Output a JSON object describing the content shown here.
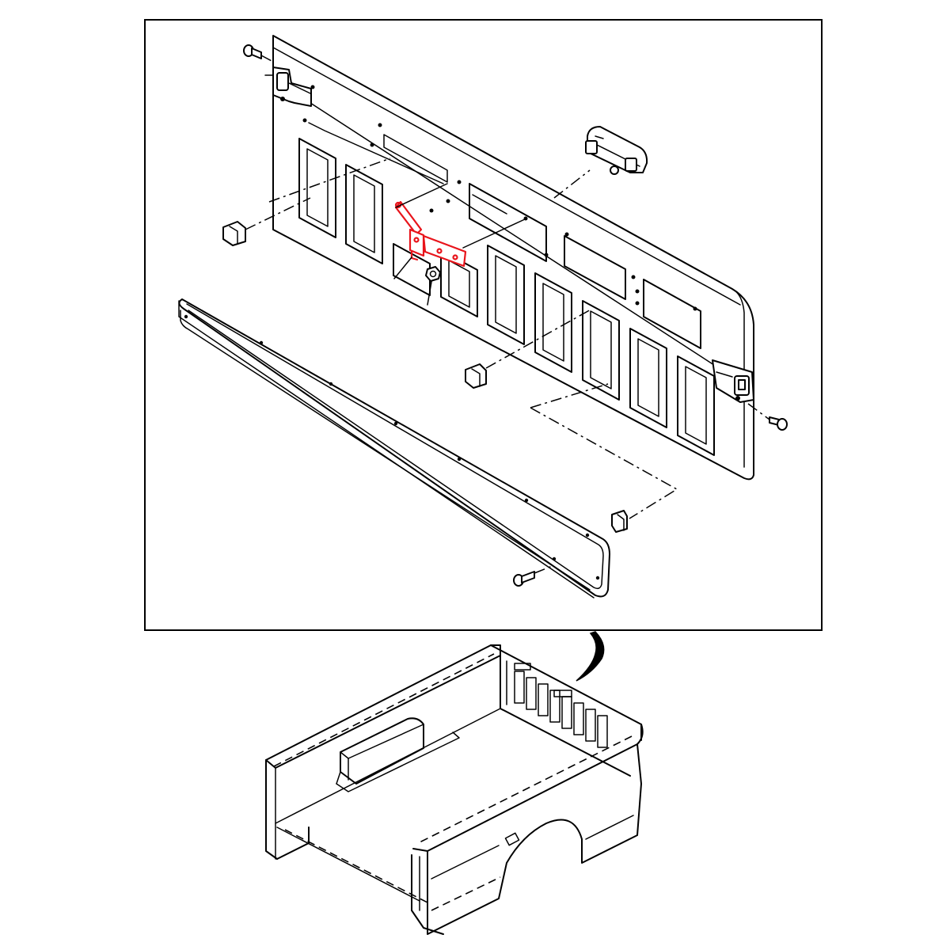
{
  "diagram": {
    "type": "exploded-parts-diagram",
    "frame": "detail-box",
    "colors": {
      "ink": "#000000",
      "highlight": "#e8141b",
      "background": "#ffffff"
    },
    "parts": [
      {
        "id": "tailgate-panel",
        "highlighted": false
      },
      {
        "id": "lower-trim-panel",
        "highlighted": false
      },
      {
        "id": "left-latch",
        "highlighted": false
      },
      {
        "id": "right-latch",
        "highlighted": false
      },
      {
        "id": "handle-assembly",
        "highlighted": false
      },
      {
        "id": "latch-rod",
        "highlighted": false
      },
      {
        "id": "upper-rod",
        "highlighted": false
      },
      {
        "id": "lever-bracket",
        "highlighted": true
      },
      {
        "id": "nut",
        "highlighted": false
      },
      {
        "id": "rod-clip-left",
        "highlighted": false
      },
      {
        "id": "rod-clip-center",
        "highlighted": false
      },
      {
        "id": "panel-clip",
        "highlighted": false
      },
      {
        "id": "screw-top-left",
        "highlighted": false
      },
      {
        "id": "screw-right",
        "highlighted": false
      },
      {
        "id": "screw-trim",
        "highlighted": false
      },
      {
        "id": "truck-bed",
        "highlighted": false
      }
    ]
  }
}
